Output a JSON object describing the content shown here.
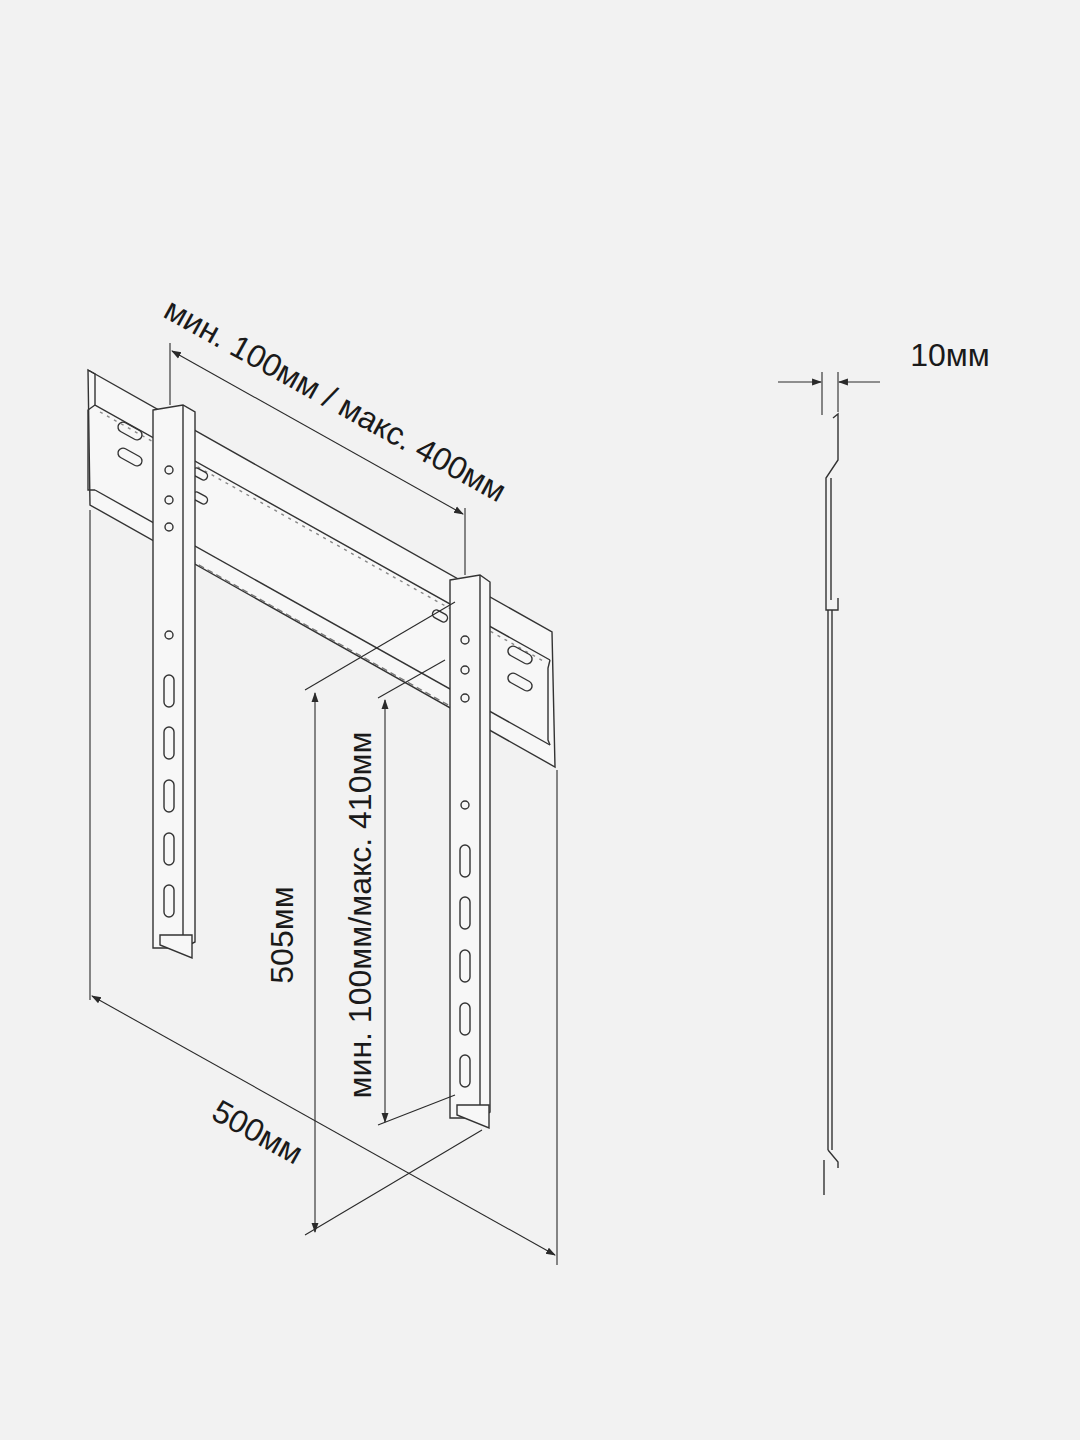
{
  "diagram": {
    "labels": [
      "мин. 100мм / макс. 400мм",
      "10мм",
      "505мм",
      "мин. 100мм/макс. 410мм",
      "500мм"
    ]
  }
}
